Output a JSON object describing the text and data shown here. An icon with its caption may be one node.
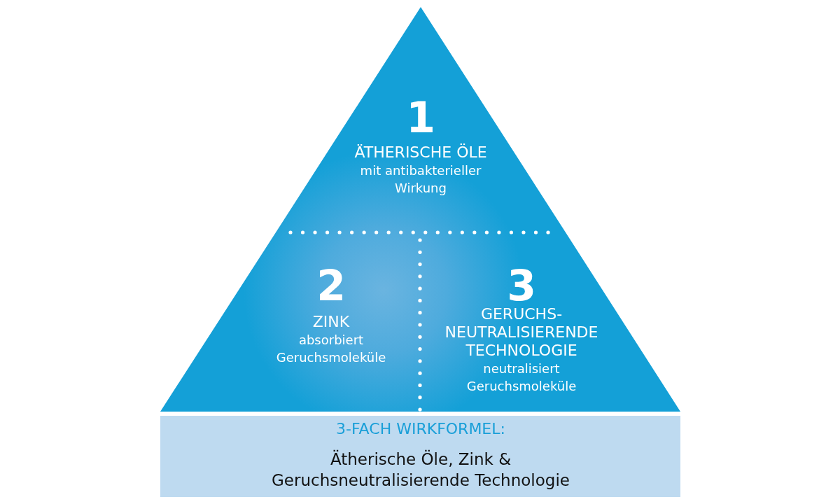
{
  "diagram": {
    "nodes": [
      {
        "text": [
          "1",
          "ÄTHERISCHE ÖLE",
          "mit antibakterieller Wirkung"
        ]
      },
      {
        "text": [
          "2",
          "ZINK",
          "absorbiert Geruchsmoleküle"
        ]
      },
      {
        "text": [
          "3",
          "GERUCHS- NEUTRALISIERENDE TECHNOLOGIE",
          "neutralisiert Geruchsmoleküle"
        ]
      },
      {
        "text": [
          "3-FACH WIRKFORMEL:",
          "Ätherische Öle, Zink & Geruchsneutralisierende Technologie"
        ]
      }
    ]
  }
}
